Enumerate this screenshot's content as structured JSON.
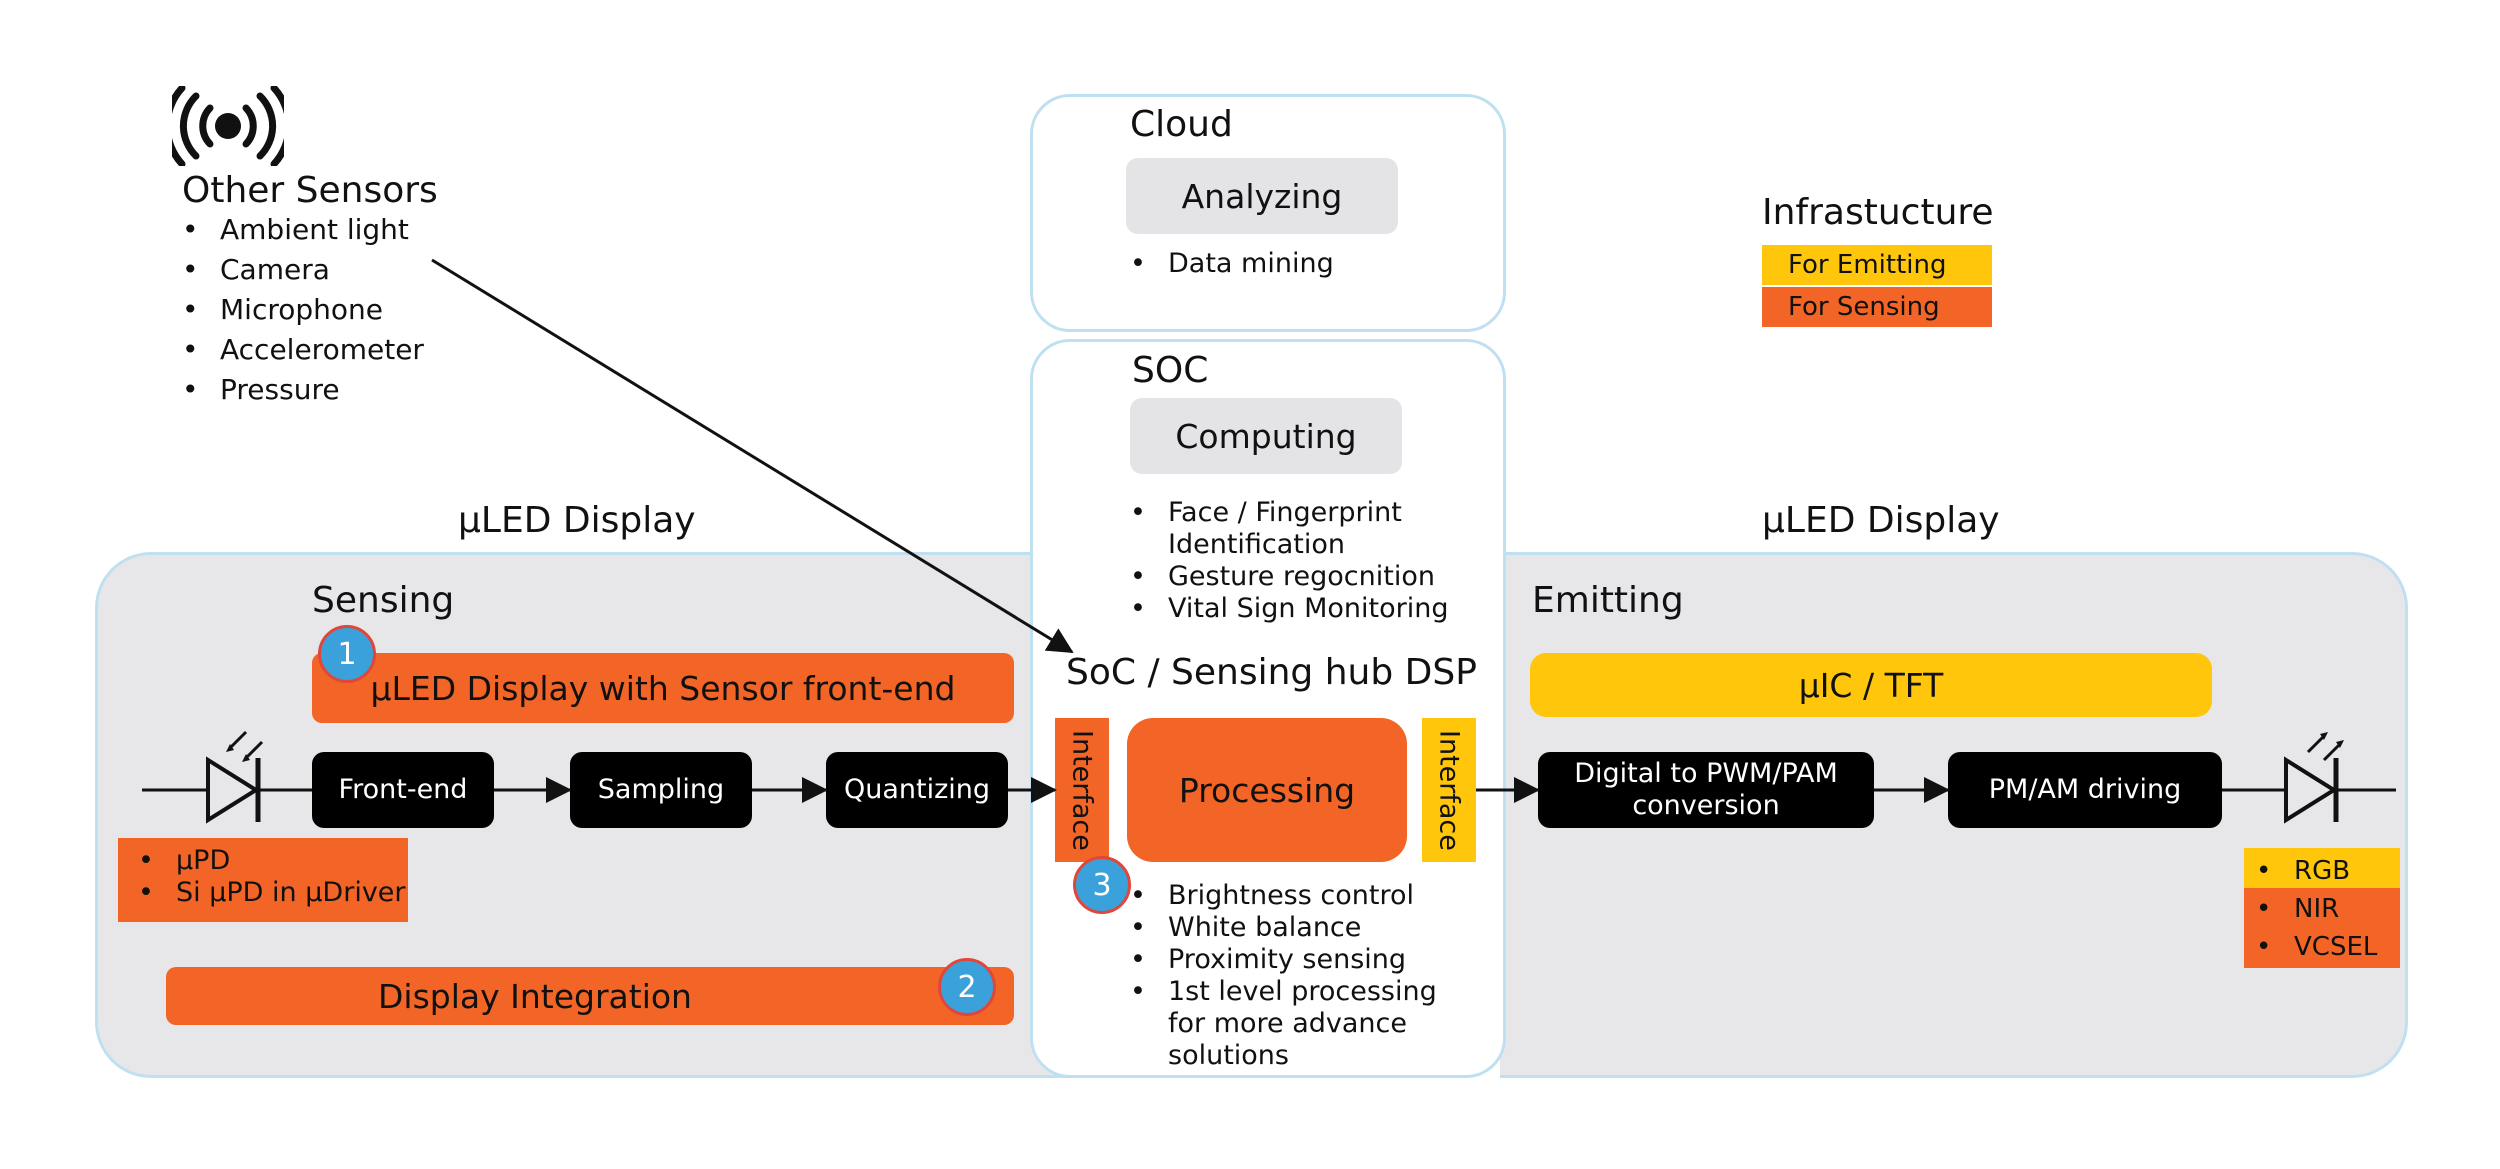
{
  "other_sensors": {
    "title": "Other Sensors",
    "items": [
      "Ambient light",
      "Camera",
      "Microphone",
      "Accelerometer",
      "Pressure"
    ]
  },
  "cloud": {
    "title": "Cloud",
    "box": "Analyzing",
    "items": [
      "Data mining"
    ]
  },
  "soc": {
    "title": "SOC",
    "box": "Computing",
    "items": [
      "Face / Fingerprint Identification",
      "Gesture regocnition",
      "Vital Sign Monitoring"
    ]
  },
  "legend": {
    "title": "Infrastucture",
    "emitting": "For Emitting",
    "sensing": "For Sensing"
  },
  "left_display": {
    "title": "µLED Display",
    "section": "Sensing",
    "front_end_bar": "µLED Display with Sensor front-end",
    "blocks": [
      "Front-end",
      "Sampling",
      "Quantizing"
    ],
    "pd_items": [
      "µPD",
      "Si µPD in µDriver"
    ],
    "integration_bar": "Display Integration"
  },
  "hub": {
    "title": "SoC / Sensing hub DSP",
    "interface_label": "Interface",
    "processing": "Processing",
    "items": [
      "Brightness control",
      "White balance",
      "Proximity sensing",
      "1st level processing for more advance solutions"
    ]
  },
  "right_display": {
    "title": "µLED Display",
    "section": "Emitting",
    "driver_bar": "µIC / TFT",
    "blocks": [
      "Digital to PWM/PAM conversion",
      "PM/AM driving"
    ],
    "emitter_items": [
      "RGB",
      "NIR",
      "VCSEL"
    ]
  },
  "badges": [
    "1",
    "2",
    "3"
  ],
  "colors": {
    "orange": "#f26526",
    "yellow": "#ffc60b",
    "region_gray": "#e7e7ea",
    "border_blue": "#bfe0f1",
    "badge_blue": "#3aa1da"
  },
  "icons": [
    "wireless-broadcast-icon",
    "photodiode-icon",
    "led-emitter-icon"
  ]
}
